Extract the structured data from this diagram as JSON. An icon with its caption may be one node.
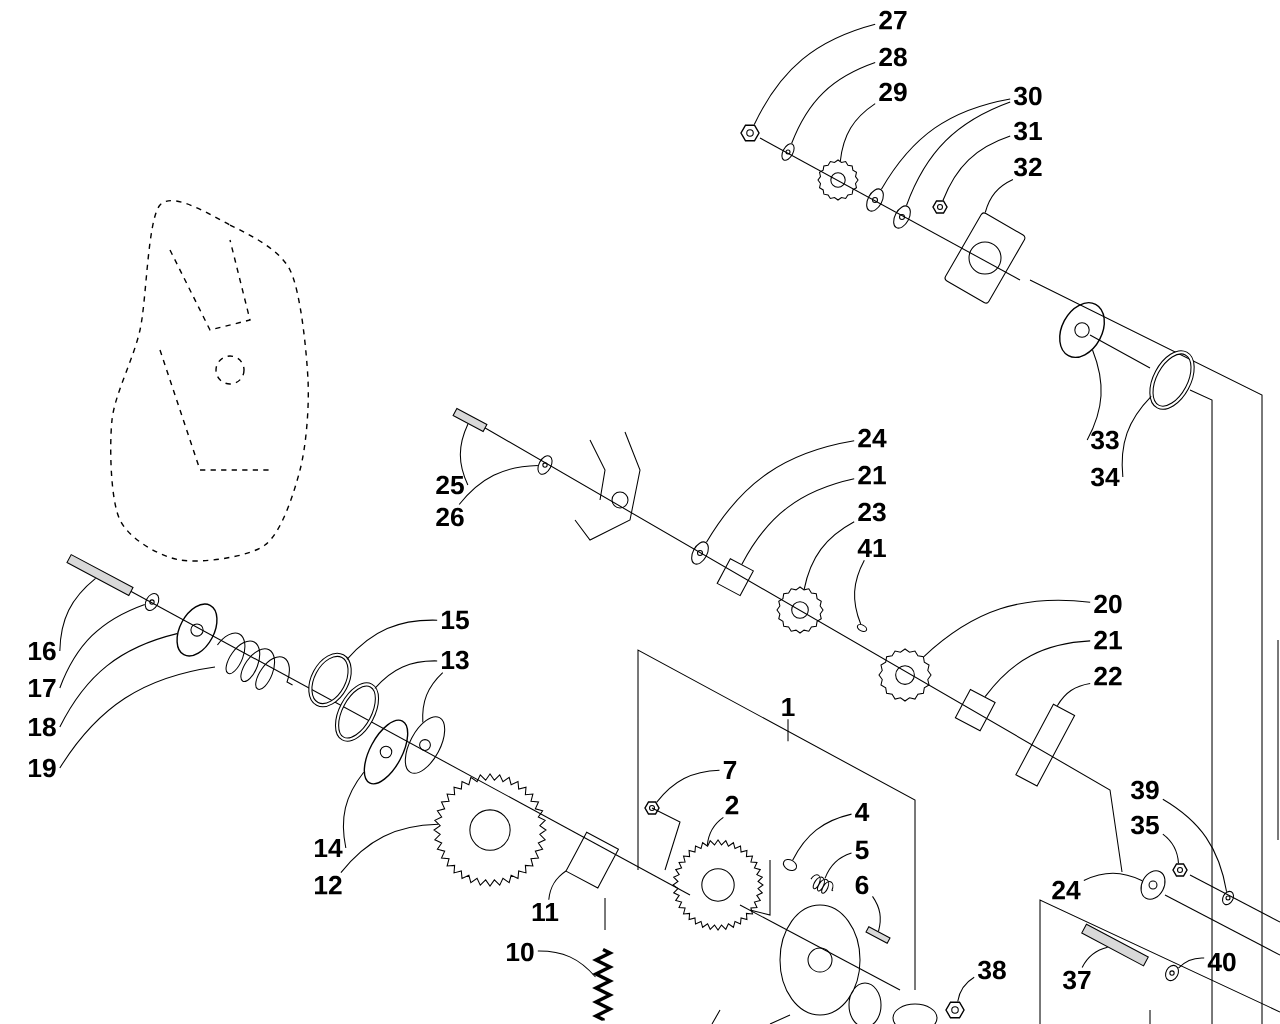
{
  "diagram": {
    "nodes": [
      {
        "text": [
          "27"
        ]
      },
      {
        "text": [
          "28"
        ]
      },
      {
        "text": [
          "29"
        ]
      },
      {
        "text": [
          "30"
        ]
      },
      {
        "text": [
          "31"
        ]
      },
      {
        "text": [
          "32"
        ]
      },
      {
        "text": [
          "24"
        ]
      },
      {
        "text": [
          "21"
        ]
      },
      {
        "text": [
          "25"
        ]
      },
      {
        "text": [
          "23"
        ]
      },
      {
        "text": [
          "26"
        ]
      },
      {
        "text": [
          "33"
        ]
      },
      {
        "text": [
          "34"
        ]
      },
      {
        "text": [
          "41"
        ]
      },
      {
        "text": [
          "20"
        ]
      },
      {
        "text": [
          "15"
        ]
      },
      {
        "text": [
          "21"
        ]
      },
      {
        "text": [
          "16"
        ]
      },
      {
        "text": [
          "13"
        ]
      },
      {
        "text": [
          "22"
        ]
      },
      {
        "text": [
          "17"
        ]
      },
      {
        "text": [
          "1"
        ]
      },
      {
        "text": [
          "18"
        ]
      },
      {
        "text": [
          "19"
        ]
      },
      {
        "text": [
          "7"
        ]
      },
      {
        "text": [
          "39"
        ]
      },
      {
        "text": [
          "2"
        ]
      },
      {
        "text": [
          "4"
        ]
      },
      {
        "text": [
          "35"
        ]
      },
      {
        "text": [
          "14"
        ]
      },
      {
        "text": [
          "5"
        ]
      },
      {
        "text": [
          "12"
        ]
      },
      {
        "text": [
          "6"
        ]
      },
      {
        "text": [
          "24"
        ]
      },
      {
        "text": [
          "11"
        ]
      },
      {
        "text": [
          "10"
        ]
      },
      {
        "text": [
          "40"
        ]
      },
      {
        "text": [
          "38"
        ]
      },
      {
        "text": [
          "37"
        ]
      },
      {
        "text": [],
        "shape": "nut"
      },
      {
        "text": [],
        "shape": "washer"
      },
      {
        "text": [],
        "shape": "gear"
      },
      {
        "text": [],
        "shape": "washer"
      },
      {
        "text": [],
        "shape": "washer"
      },
      {
        "text": [],
        "shape": "nut"
      },
      {
        "text": [],
        "shape": "plate"
      },
      {
        "text": [],
        "shape": "bearing"
      },
      {
        "text": [],
        "shape": "ring"
      },
      {
        "text": [],
        "shape": "bolt"
      },
      {
        "text": [],
        "shape": "washer"
      },
      {
        "text": [],
        "shape": "washer"
      },
      {
        "text": [],
        "shape": "cylinder"
      },
      {
        "text": [],
        "shape": "gear"
      },
      {
        "text": [],
        "shape": "pin"
      },
      {
        "text": [],
        "shape": "gear"
      },
      {
        "text": [],
        "shape": "cylinder"
      },
      {
        "text": [],
        "shape": "cylinder"
      },
      {
        "text": [],
        "shape": "bolt"
      },
      {
        "text": [],
        "shape": "washer"
      },
      {
        "text": [],
        "shape": "cup"
      },
      {
        "text": [],
        "shape": "spring"
      },
      {
        "text": [],
        "shape": "ring"
      },
      {
        "text": [],
        "shape": "ring"
      },
      {
        "text": [],
        "shape": "bearing"
      },
      {
        "text": [],
        "shape": "washer"
      },
      {
        "text": [],
        "shape": "gear"
      },
      {
        "text": [],
        "shape": "cylinder"
      },
      {
        "text": [],
        "shape": "chain"
      },
      {
        "text": [],
        "shape": "nut"
      },
      {
        "text": [],
        "shape": "gear"
      },
      {
        "text": [],
        "shape": "pin"
      },
      {
        "text": [],
        "shape": "spring"
      },
      {
        "text": [],
        "shape": "bolt"
      },
      {
        "text": [],
        "shape": "washer"
      },
      {
        "text": [],
        "shape": "nut"
      },
      {
        "text": [],
        "shape": "washer"
      },
      {
        "text": [],
        "shape": "bolt"
      },
      {
        "text": [],
        "shape": "washer"
      },
      {
        "text": [],
        "shape": "nut"
      }
    ],
    "edges": [
      {
        "from": 0,
        "to": 39,
        "arrow": "none"
      },
      {
        "from": 1,
        "to": 40,
        "arrow": "none"
      },
      {
        "from": 2,
        "to": 41,
        "arrow": "none"
      },
      {
        "from": 3,
        "to": 42,
        "arrow": "none"
      },
      {
        "from": 3,
        "to": 43,
        "arrow": "none"
      },
      {
        "from": 4,
        "to": 44,
        "arrow": "none"
      },
      {
        "from": 5,
        "to": 45,
        "arrow": "none"
      },
      {
        "from": 6,
        "to": 50,
        "arrow": "none"
      },
      {
        "from": 7,
        "to": 51,
        "arrow": "none"
      },
      {
        "from": 8,
        "to": 48,
        "arrow": "none"
      },
      {
        "from": 9,
        "to": 52,
        "arrow": "none"
      },
      {
        "from": 10,
        "to": 49,
        "arrow": "none"
      },
      {
        "from": 11,
        "to": 46,
        "arrow": "none"
      },
      {
        "from": 12,
        "to": 47,
        "arrow": "none"
      },
      {
        "from": 13,
        "to": 53,
        "arrow": "none"
      },
      {
        "from": 14,
        "to": 54,
        "arrow": "none"
      },
      {
        "from": 15,
        "to": 61,
        "arrow": "none"
      },
      {
        "from": 16,
        "to": 55,
        "arrow": "none"
      },
      {
        "from": 17,
        "to": 57,
        "arrow": "none"
      },
      {
        "from": 18,
        "to": 62,
        "arrow": "none"
      },
      {
        "from": 18,
        "to": 64,
        "arrow": "none"
      },
      {
        "from": 19,
        "to": 56,
        "arrow": "none"
      },
      {
        "from": 20,
        "to": 58,
        "arrow": "none"
      },
      {
        "from": 21,
        "to": null,
        "arrow": "none"
      },
      {
        "from": 22,
        "to": 59,
        "arrow": "none"
      },
      {
        "from": 23,
        "to": 60,
        "arrow": "none"
      },
      {
        "from": 24,
        "to": 68,
        "arrow": "none"
      },
      {
        "from": 25,
        "to": 73,
        "arrow": "none"
      },
      {
        "from": 26,
        "to": 69,
        "arrow": "none"
      },
      {
        "from": 27,
        "to": 70,
        "arrow": "none"
      },
      {
        "from": 28,
        "to": 74,
        "arrow": "none"
      },
      {
        "from": 29,
        "to": 63,
        "arrow": "none"
      },
      {
        "from": 30,
        "to": 71,
        "arrow": "none"
      },
      {
        "from": 31,
        "to": 65,
        "arrow": "none"
      },
      {
        "from": 32,
        "to": 72,
        "arrow": "none"
      },
      {
        "from": 33,
        "to": 75,
        "arrow": "none"
      },
      {
        "from": 34,
        "to": 66,
        "arrow": "none"
      },
      {
        "from": 35,
        "to": 67,
        "arrow": "none"
      },
      {
        "from": 36,
        "to": 77,
        "arrow": "none"
      },
      {
        "from": 37,
        "to": 78,
        "arrow": "none"
      },
      {
        "from": 38,
        "to": 76,
        "arrow": "none"
      }
    ]
  }
}
